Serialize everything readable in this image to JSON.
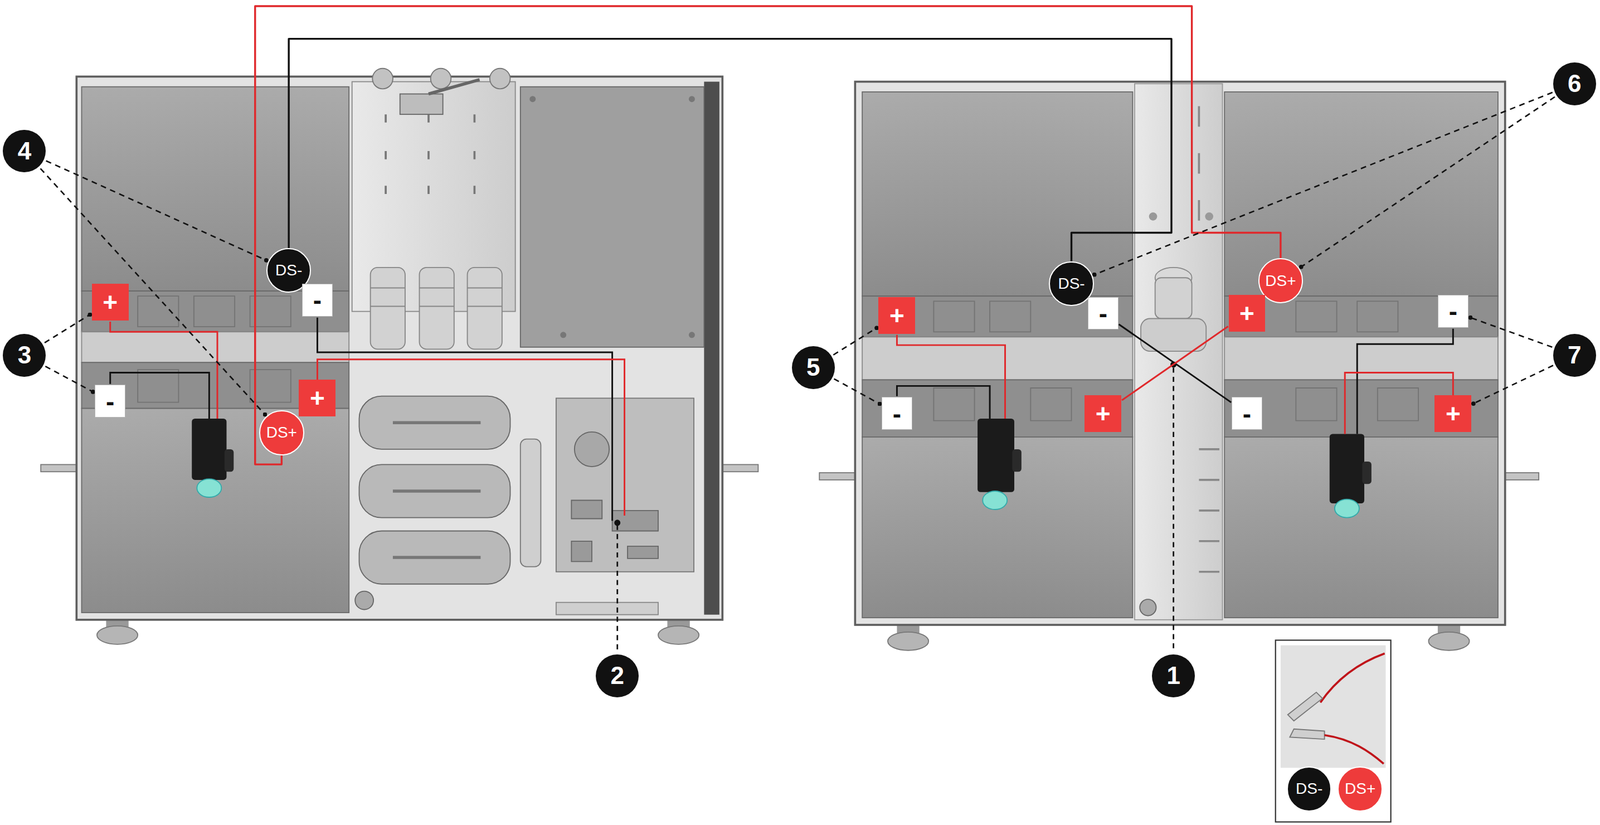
{
  "diagram": {
    "nodes": [
      {
        "text": [
          "DS-"
        ]
      },
      {
        "text": [
          "+"
        ]
      },
      {
        "text": [
          "-"
        ]
      },
      {
        "text": [
          "-"
        ]
      },
      {
        "text": [
          "+"
        ]
      },
      {
        "text": [
          "DS+"
        ]
      },
      {
        "text": [
          "DS-"
        ]
      },
      {
        "text": [
          "DS+"
        ]
      },
      {
        "text": [
          "+"
        ]
      },
      {
        "text": [
          "-"
        ]
      },
      {
        "text": [
          "+"
        ]
      },
      {
        "text": [
          "-"
        ]
      },
      {
        "text": [
          "-"
        ]
      },
      {
        "text": [
          "+"
        ]
      },
      {
        "text": [
          "-"
        ]
      },
      {
        "text": [
          "+"
        ]
      },
      {
        "text": [
          "6"
        ]
      },
      {
        "text": [
          "4"
        ]
      },
      {
        "text": [
          "3"
        ]
      },
      {
        "text": [
          "5"
        ]
      },
      {
        "text": [
          "7"
        ]
      },
      {
        "text": [
          "2"
        ]
      },
      {
        "text": [
          "1"
        ]
      },
      {
        "text": [
          "DS-"
        ]
      },
      {
        "text": [
          "DS+"
        ]
      }
    ],
    "edges": [
      {
        "from": 0,
        "to": 6,
        "arrow": "none"
      },
      {
        "from": 5,
        "to": 7,
        "arrow": "none"
      },
      {
        "from": 9,
        "to": 14,
        "arrow": "none"
      },
      {
        "from": 10,
        "to": 13,
        "arrow": "none"
      },
      {
        "from": 17,
        "to": 0,
        "arrow": "none"
      },
      {
        "from": 17,
        "to": 5,
        "arrow": "none"
      },
      {
        "from": 18,
        "to": 1,
        "arrow": "none"
      },
      {
        "from": 18,
        "to": 3,
        "arrow": "none"
      },
      {
        "from": 19,
        "to": 8,
        "arrow": "none"
      },
      {
        "from": 19,
        "to": 12,
        "arrow": "none"
      },
      {
        "from": 16,
        "to": 6,
        "arrow": "none"
      },
      {
        "from": 16,
        "to": 7,
        "arrow": "none"
      },
      {
        "from": 20,
        "to": 11,
        "arrow": "none"
      },
      {
        "from": 20,
        "to": 15,
        "arrow": "none"
      }
    ]
  }
}
